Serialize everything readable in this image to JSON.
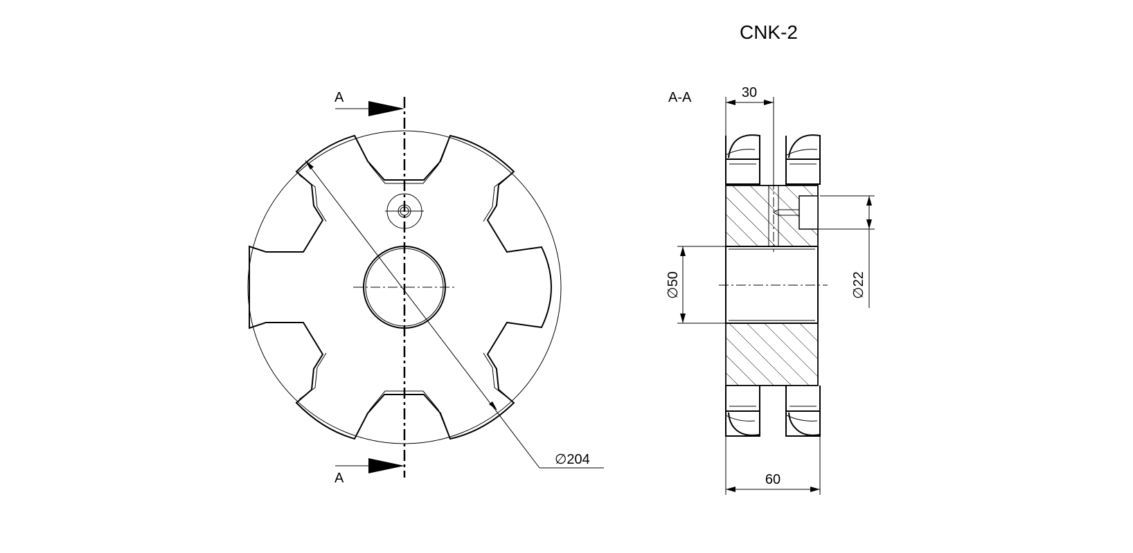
{
  "title": "CNK-2",
  "front_view": {
    "section_label_top": "A",
    "section_label_bottom": "A",
    "diameter_label": "∅204"
  },
  "section_view": {
    "section_title": "A-A",
    "width_top": "30",
    "width_bottom": "60",
    "bore_diameter": "∅50",
    "hole_diameter": "∅22"
  }
}
